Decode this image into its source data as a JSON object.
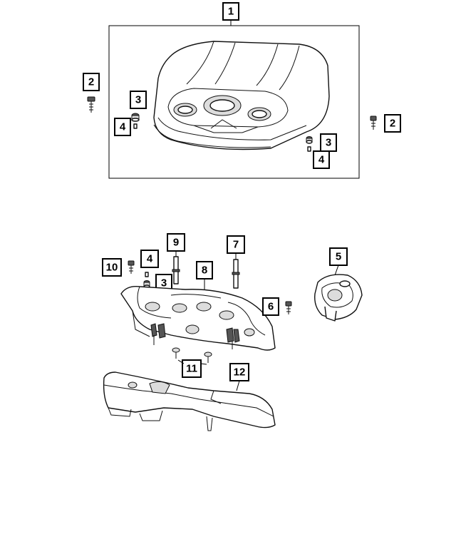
{
  "callouts": {
    "c1": "1",
    "c2_left": "2",
    "c2_right": "2",
    "c3_top_left": "3",
    "c4_top_left": "4",
    "c3_top_right": "3",
    "c4_top_right": "4",
    "c9": "9",
    "c7": "7",
    "c5": "5",
    "c10": "10",
    "c4_bottom": "4",
    "c8": "8",
    "c3_bottom": "3",
    "c6": "6",
    "c11": "11",
    "c12": "12"
  },
  "parts": {
    "engine_cover": "engine-cover",
    "bolt": "bolt",
    "grommet": "grommet",
    "spacer": "spacer",
    "stud": "stud",
    "cap": "cap",
    "insulator": "insulator",
    "push_pin": "push-pin",
    "lower_shield": "lower-shield"
  }
}
